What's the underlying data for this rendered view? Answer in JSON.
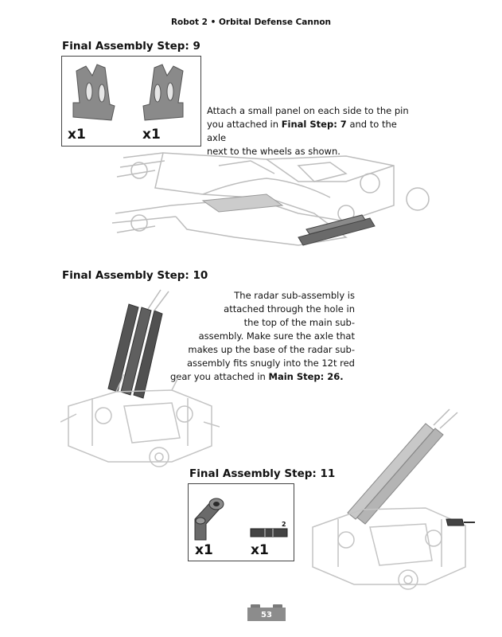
{
  "header": {
    "title": "Robot 2 • Orbital Defense Cannon"
  },
  "step9": {
    "title": "Final Assembly Step: 9",
    "parts": [
      {
        "name": "side-panel",
        "qty": "x1"
      },
      {
        "name": "side-panel",
        "qty": "x1"
      }
    ],
    "text": {
      "line1": "Attach a small panel on each side to the pin",
      "line2_pre": "you attached in ",
      "line2_bold": "Final Step: 7",
      "line2_post": " and to the axle",
      "line3": "next to the wheels as shown."
    }
  },
  "step10": {
    "title": "Final Assembly Step: 10",
    "lines": [
      "The radar sub-assembly is",
      "attached through the hole in",
      "the top of the main sub-",
      "assembly. Make sure the axle that",
      "makes up the base of the radar sub-",
      "assembly fits snugly into the 12t red"
    ],
    "last_pre": "gear you attached in ",
    "last_bold": "Main Step: 26."
  },
  "step11": {
    "title": "Final Assembly Step: 11",
    "parts": [
      {
        "name": "angle-connector",
        "qty": "x1"
      },
      {
        "name": "axle-2",
        "qty": "x1",
        "size": "2"
      }
    ]
  },
  "page": {
    "number": "53"
  },
  "colors": {
    "part_dark": "#5a5a5a",
    "part_mid": "#8a8a8a",
    "model_line": "#b8b8b8",
    "brick": "#8c8c8c"
  }
}
